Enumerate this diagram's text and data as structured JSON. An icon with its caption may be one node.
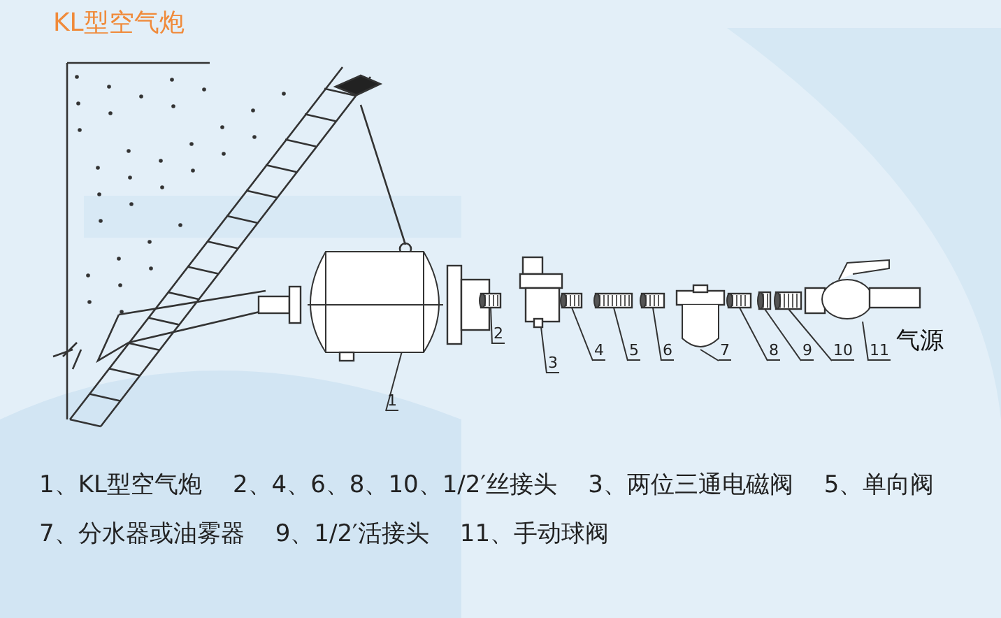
{
  "diagram": {
    "title": "KL型空气炮",
    "nodes": [
      {
        "text": [
          "1"
        ]
      },
      {
        "text": [
          "2"
        ]
      },
      {
        "text": [
          "3"
        ]
      },
      {
        "text": [
          "4"
        ]
      },
      {
        "text": [
          "5"
        ]
      },
      {
        "text": [
          "6"
        ]
      },
      {
        "text": [
          "7"
        ]
      },
      {
        "text": [
          "8"
        ]
      },
      {
        "text": [
          "9"
        ]
      },
      {
        "text": [
          "10"
        ]
      },
      {
        "text": [
          "11"
        ]
      },
      {
        "text": [],
        "shape": "picture"
      },
      {
        "text": [],
        "shape": "picture"
      },
      {
        "text": [],
        "shape": "picture"
      },
      {
        "text": [],
        "shape": "picture"
      },
      {
        "text": [],
        "shape": "picture"
      },
      {
        "text": [],
        "shape": "picture"
      },
      {
        "text": [],
        "shape": "picture"
      },
      {
        "text": [],
        "shape": "picture"
      },
      {
        "text": [],
        "shape": "picture"
      },
      {
        "text": [],
        "shape": "picture"
      },
      {
        "text": [],
        "shape": "picture"
      }
    ],
    "edges": [
      {
        "from": 0,
        "to": 11,
        "arrow": "none"
      },
      {
        "from": 1,
        "to": 12,
        "arrow": "none"
      },
      {
        "from": 2,
        "to": 13,
        "arrow": "none"
      },
      {
        "from": 3,
        "to": 14,
        "arrow": "none"
      },
      {
        "from": 4,
        "to": 15,
        "arrow": "none"
      },
      {
        "from": 5,
        "to": 16,
        "arrow": "none"
      },
      {
        "from": 6,
        "to": 17,
        "arrow": "none"
      },
      {
        "from": 7,
        "to": 18,
        "arrow": "none"
      },
      {
        "from": 8,
        "to": 19,
        "arrow": "none"
      },
      {
        "from": 9,
        "to": 20,
        "arrow": "none"
      },
      {
        "from": 10,
        "to": 21,
        "arrow": "none"
      }
    ],
    "labels": [
      "气源",
      "1、KL型空气炮",
      "2、4、6、8、10、1/2′丝接头",
      "3、两位三通电磁阀",
      "5、单向阀",
      "7、分水器或油雾器",
      "9、1/2′活接头",
      "11、手动球阀"
    ]
  }
}
